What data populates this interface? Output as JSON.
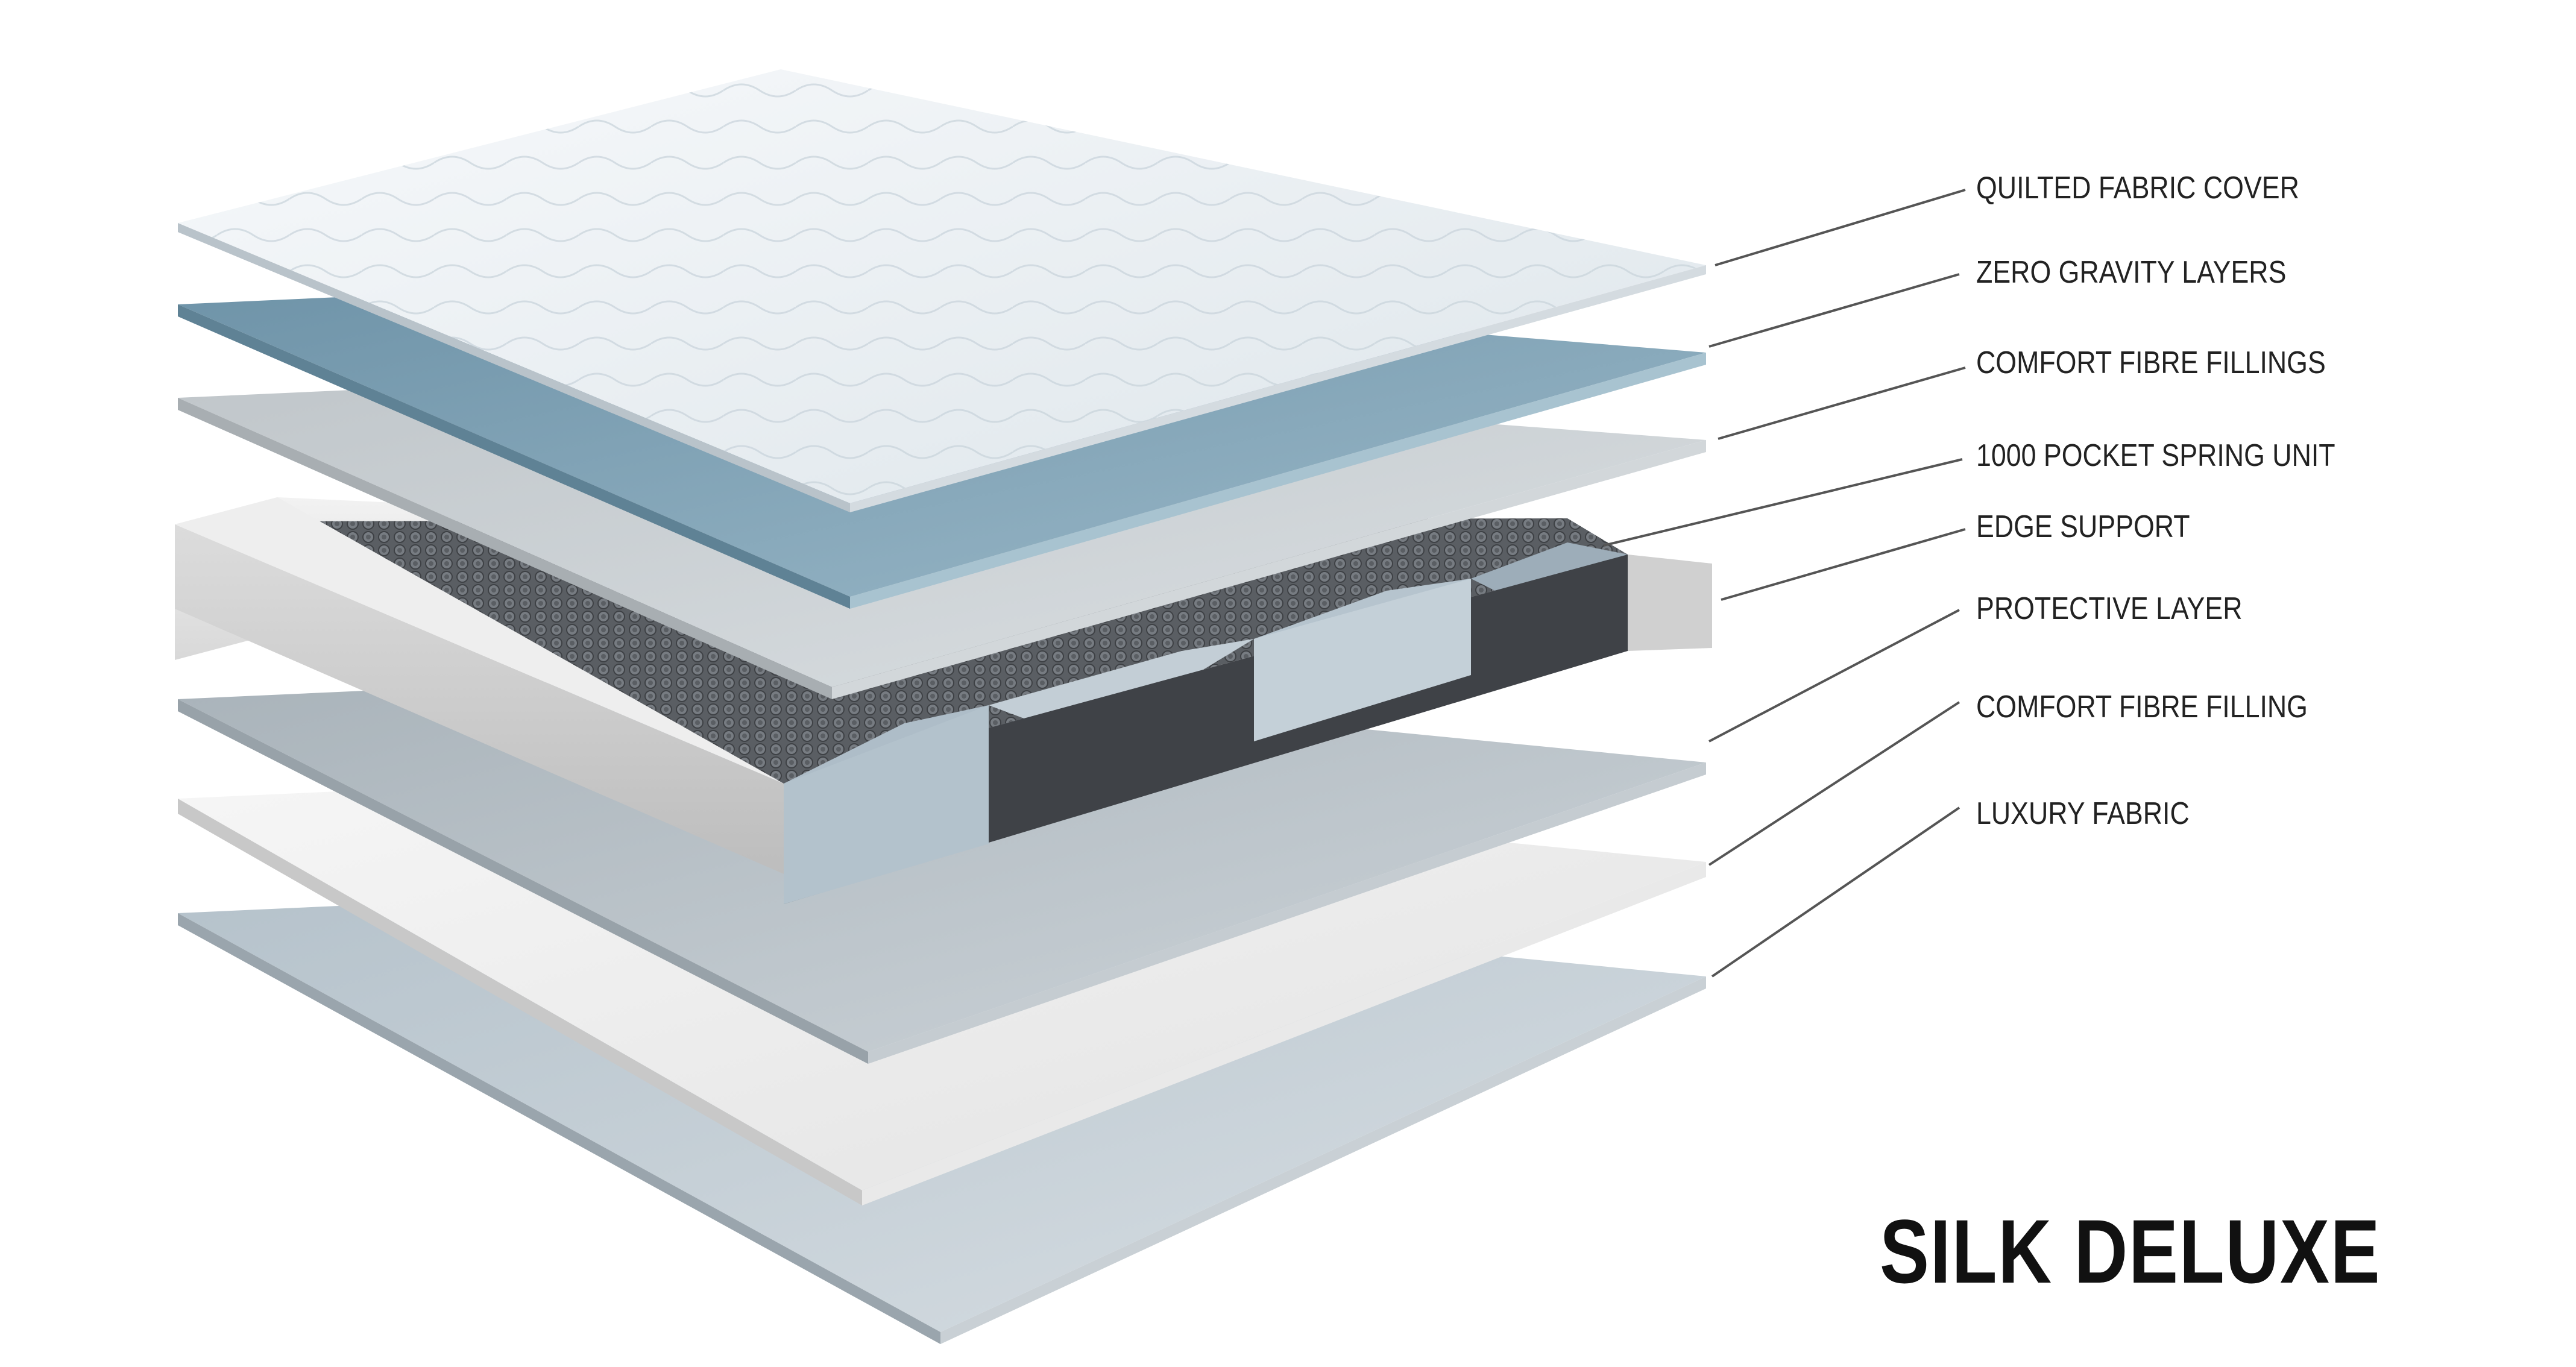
{
  "product": {
    "name": "SILK DELUXE"
  },
  "layers": [
    {
      "id": "quilted-fabric-cover",
      "label": "QUILTED FABRIC COVER"
    },
    {
      "id": "zero-gravity-layers",
      "label": "ZERO GRAVITY LAYERS"
    },
    {
      "id": "comfort-fibre-fillings",
      "label": "COMFORT FIBRE FILLINGS"
    },
    {
      "id": "pocket-spring-unit",
      "label": "1000 POCKET SPRING UNIT"
    },
    {
      "id": "edge-support",
      "label": "EDGE SUPPORT"
    },
    {
      "id": "protective-layer",
      "label": "PROTECTIVE LAYER"
    },
    {
      "id": "comfort-fibre-filling",
      "label": "COMFORT FIBRE FILLING"
    },
    {
      "id": "luxury-fabric",
      "label": "LUXURY FABRIC"
    }
  ],
  "colors": {
    "quilt": "#e9eef2",
    "zero_gravity": "#7fa4b8",
    "fibre": "#c9ced2",
    "edge_support": "#e3e3e3",
    "spring_dark": "#4a4d52",
    "spring_light": "#b8c6d0",
    "protective": "#b7c0c6",
    "filling_white": "#f0f0f0",
    "luxury_fabric": "#c3ced6",
    "leader_line": "#555555"
  }
}
